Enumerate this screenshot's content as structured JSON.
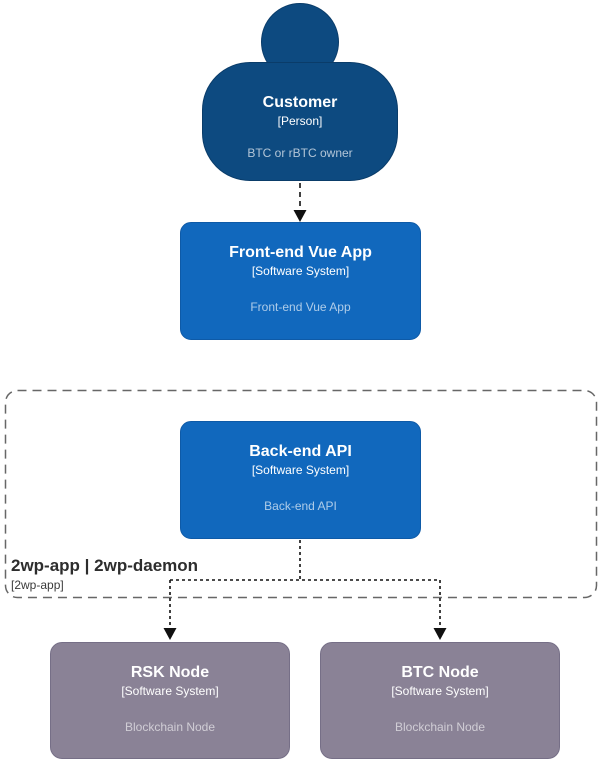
{
  "diagram": {
    "person": {
      "name": "Customer",
      "type": "[Person]",
      "description": "BTC or rBTC owner"
    },
    "frontend": {
      "name": "Front-end Vue App",
      "type": "[Software System]",
      "description": "Front-end Vue App"
    },
    "boundary": {
      "title": "2wp-app | 2wp-daemon",
      "subtitle": "[2wp-app]"
    },
    "backend": {
      "name": "Back-end API",
      "type": "[Software System]",
      "description": "Back-end API"
    },
    "rsk": {
      "name": "RSK Node",
      "type": "[Software System]",
      "description": "Blockchain Node"
    },
    "btc": {
      "name": "BTC Node",
      "type": "[Software System]",
      "description": "Blockchain Node"
    },
    "edges": [
      {
        "from": "Customer",
        "to": "Front-end Vue App",
        "style": "dashed-arrow"
      },
      {
        "from": "Back-end API",
        "to": "RSK Node",
        "style": "dashed-arrow"
      },
      {
        "from": "Back-end API",
        "to": "BTC Node",
        "style": "dashed-arrow"
      }
    ],
    "colors": {
      "person_fill": "#0d4a80",
      "system_fill": "#1168bd",
      "external_fill": "#8a8296",
      "boundary_stroke": "#676767",
      "connector": "#111111",
      "canvas": "#ffffff"
    }
  }
}
